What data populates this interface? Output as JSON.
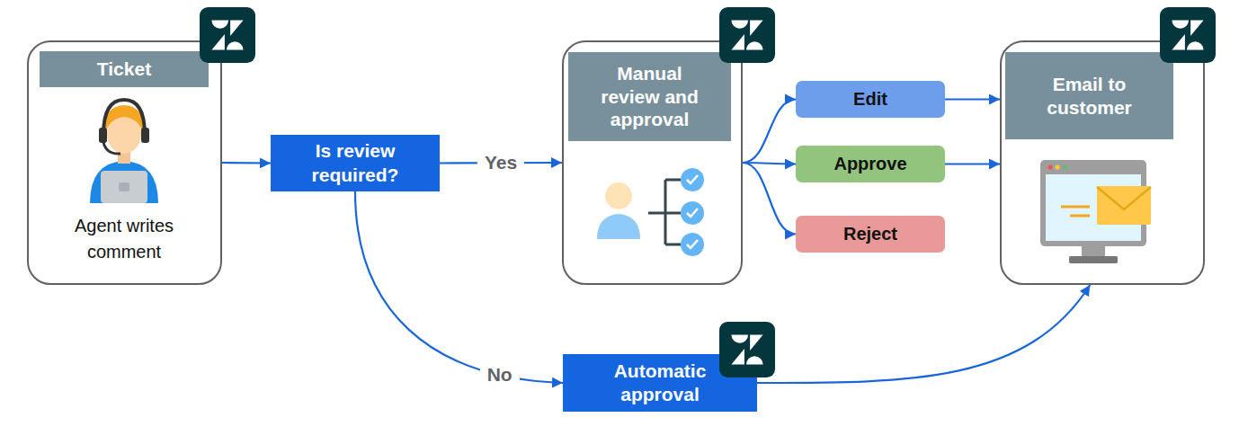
{
  "diagram": {
    "nodes": [
      {
        "text": [
          "Ticket",
          "Agent writes comment"
        ]
      },
      {
        "text": [
          "Is review required?"
        ]
      },
      {
        "text": [
          "Manual review and approval"
        ]
      },
      {
        "text": [
          "Edit"
        ]
      },
      {
        "text": [
          "Approve"
        ]
      },
      {
        "text": [
          "Reject"
        ]
      },
      {
        "text": [
          "Email to customer"
        ]
      },
      {
        "text": [
          "Automatic approval"
        ]
      }
    ],
    "edges": [
      {
        "from": 0,
        "to": 1,
        "arrow": "to"
      },
      {
        "from": 1,
        "to": 2,
        "label": "Yes",
        "arrow": "to"
      },
      {
        "from": 1,
        "to": 7,
        "label": "No",
        "arrow": "to"
      },
      {
        "from": 2,
        "to": 3,
        "arrow": "to"
      },
      {
        "from": 2,
        "to": 4,
        "arrow": "to"
      },
      {
        "from": 2,
        "to": 5,
        "arrow": "to"
      },
      {
        "from": 3,
        "to": 6,
        "arrow": "to"
      },
      {
        "from": 4,
        "to": 6,
        "arrow": "to"
      },
      {
        "from": 7,
        "to": 6,
        "arrow": "to"
      }
    ]
  }
}
